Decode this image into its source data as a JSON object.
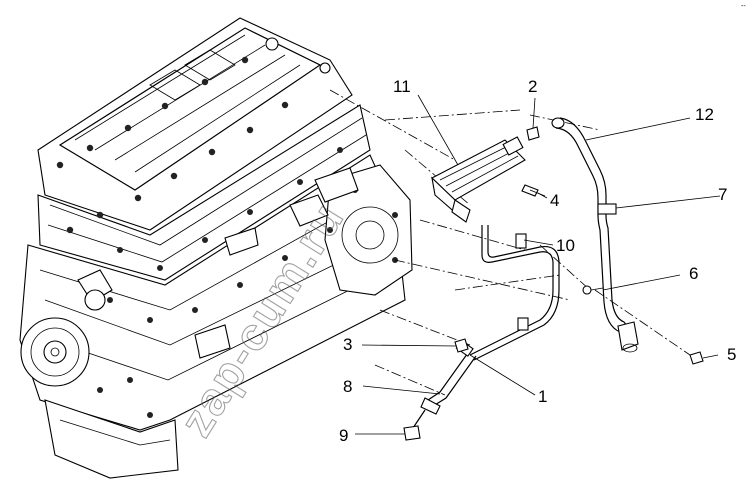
{
  "callouts": {
    "c1": "1",
    "c2": "2",
    "c3": "3",
    "c4": "4",
    "c5": "5",
    "c6": "6",
    "c7": "7",
    "c8": "8",
    "c9": "9",
    "c10": "10",
    "c11": "11",
    "c12": "12"
  },
  "watermark": "zap-cum.ru",
  "corner_mark": "--"
}
